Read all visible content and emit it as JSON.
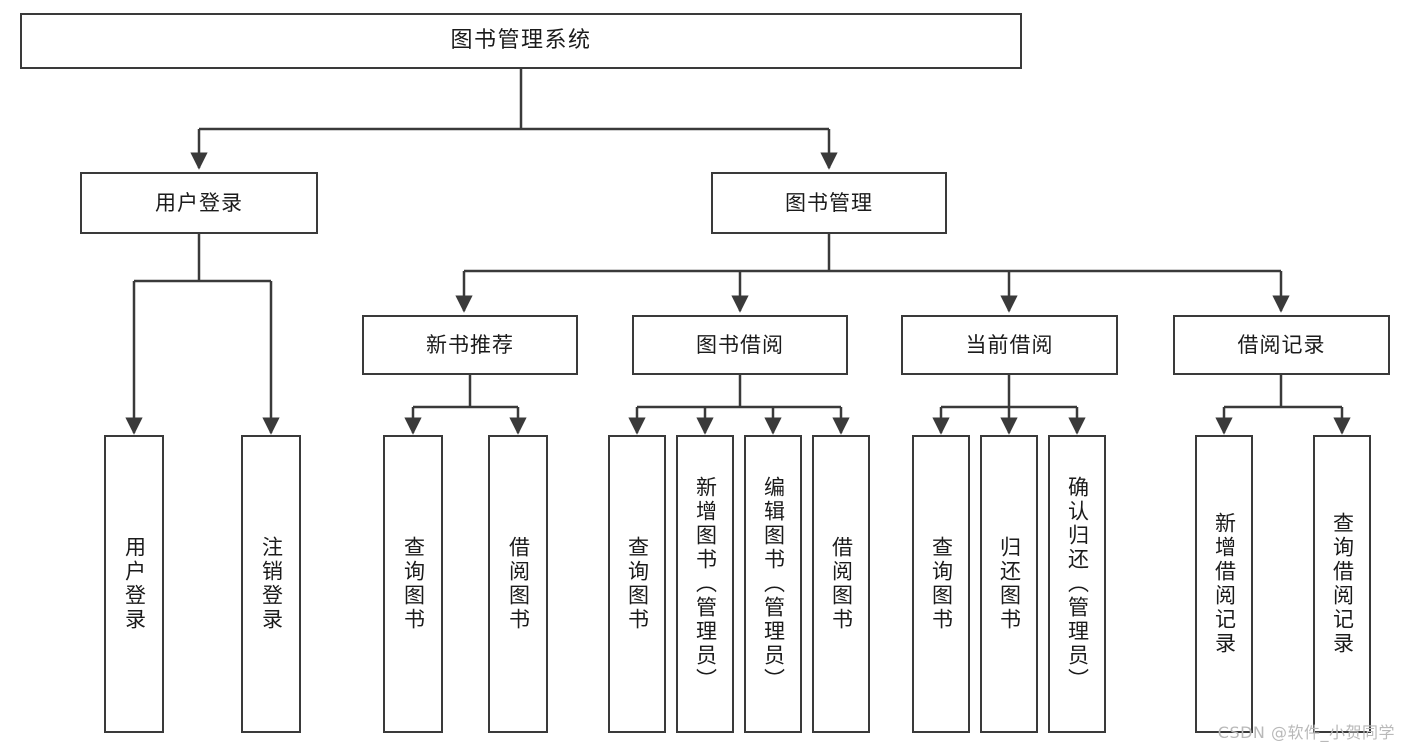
{
  "diagram": {
    "title": "图书管理系统",
    "type": "tree",
    "watermark": "CSDN @软件_小贺同学",
    "colors": {
      "stroke": "#3a3a3a",
      "fill": "#ffffff",
      "text": "#1b1b1b",
      "watermark": "#b9b9b9",
      "background": "#ffffff"
    },
    "nodes": {
      "root": {
        "label": "图书管理系统"
      },
      "level1": [
        {
          "id": "user-login",
          "label": "用户登录"
        },
        {
          "id": "book-manage",
          "label": "图书管理"
        }
      ],
      "level2": [
        {
          "id": "new-book-recommend",
          "label": "新书推荐"
        },
        {
          "id": "book-borrow",
          "label": "图书借阅"
        },
        {
          "id": "current-borrow",
          "label": "当前借阅"
        },
        {
          "id": "borrow-record",
          "label": "借阅记录"
        }
      ],
      "leaves": {
        "user-login": [
          {
            "id": "leaf-user-login",
            "label": "用户登录"
          },
          {
            "id": "leaf-logout-login",
            "label": "注销登录"
          }
        ],
        "new-book-recommend": [
          {
            "id": "leaf-query-book-1",
            "label": "查询图书"
          },
          {
            "id": "leaf-borrow-book-1",
            "label": "借阅图书"
          }
        ],
        "book-borrow": [
          {
            "id": "leaf-query-book-2",
            "label": "查询图书"
          },
          {
            "id": "leaf-add-book",
            "label": "新增图书（管理员）"
          },
          {
            "id": "leaf-edit-book",
            "label": "编辑图书（管理员）"
          },
          {
            "id": "leaf-borrow-book-2",
            "label": "借阅图书"
          }
        ],
        "current-borrow": [
          {
            "id": "leaf-query-book-3",
            "label": "查询图书"
          },
          {
            "id": "leaf-return-book",
            "label": "归还图书"
          },
          {
            "id": "leaf-confirm-return",
            "label": "确认归还（管理员）"
          }
        ],
        "borrow-record": [
          {
            "id": "leaf-add-record",
            "label": "新增借阅记录"
          },
          {
            "id": "leaf-query-record",
            "label": "查询借阅记录"
          }
        ]
      }
    }
  }
}
